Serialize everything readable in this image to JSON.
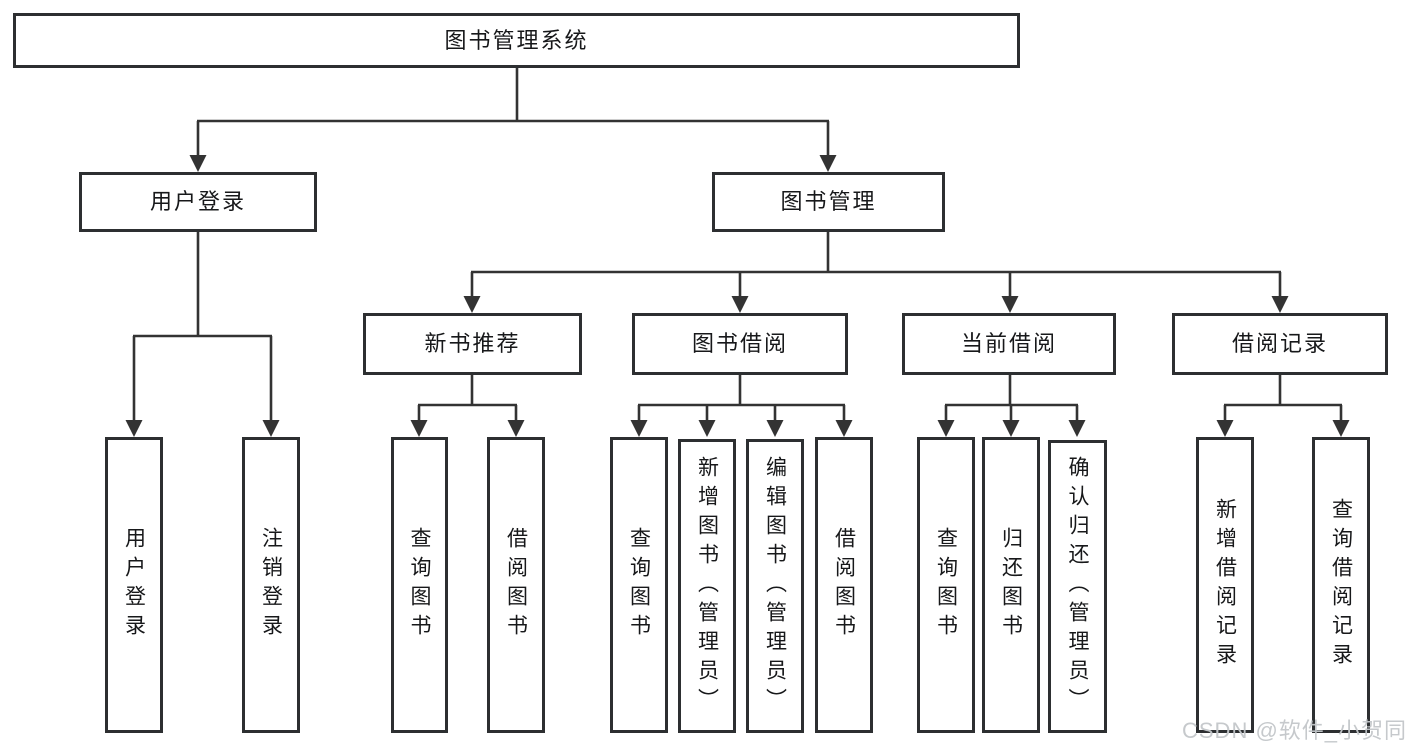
{
  "root": {
    "label": "图书管理系统",
    "children": [
      {
        "label": "用户登录",
        "children": [
          {
            "label": "用户登录"
          },
          {
            "label": "注销登录"
          }
        ]
      },
      {
        "label": "图书管理",
        "children": [
          {
            "label": "新书推荐",
            "children": [
              {
                "label": "查询图书"
              },
              {
                "label": "借阅图书"
              }
            ]
          },
          {
            "label": "图书借阅",
            "children": [
              {
                "label": "查询图书"
              },
              {
                "label": "新增图书（管理员）"
              },
              {
                "label": "编辑图书（管理员）"
              },
              {
                "label": "借阅图书"
              }
            ]
          },
          {
            "label": "当前借阅",
            "children": [
              {
                "label": "查询图书"
              },
              {
                "label": "归还图书"
              },
              {
                "label": "确认归还（管理员）"
              }
            ]
          },
          {
            "label": "借阅记录",
            "children": [
              {
                "label": "新增借阅记录"
              },
              {
                "label": "查询借阅记录"
              }
            ]
          }
        ]
      }
    ]
  },
  "watermark": "CSDN @软件_小贺同学",
  "colors": {
    "line": "#333333",
    "border": "#2d2f31",
    "text": "#17181a",
    "background": "#ffffff",
    "watermark": "#c3c7ca"
  }
}
